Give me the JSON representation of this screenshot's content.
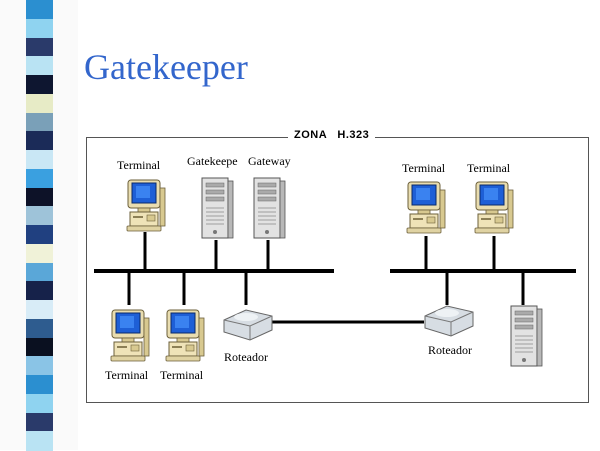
{
  "slide": {
    "title": "Gatekeeper"
  },
  "zone": {
    "label": "ZONA   H.323"
  },
  "nodes": {
    "left_terminal_top": "Terminal",
    "gatekeeper": "Gatekeepe",
    "gateway": "Gateway",
    "left_terminal_bottom_1": "Terminal",
    "left_terminal_bottom_2": "Terminal",
    "left_router": "Roteador",
    "right_terminal_top_1": "Terminal",
    "right_terminal_top_2": "Terminal",
    "right_router": "Roteador"
  },
  "icons": {
    "terminal": "terminal-computer-icon",
    "server": "tower-server-icon",
    "router": "router-icon"
  },
  "colors": {
    "title": "#3366cc",
    "screen": "#1e5fd6",
    "case": "#efe3b8",
    "line": "#000000"
  },
  "decor": {
    "strip_colors": [
      "#2b8fd0",
      "#8fd3f0",
      "#2a3a6a",
      "#b9e3f3",
      "#0e1630",
      "#e7ebc6",
      "#7aa0b8",
      "#1b2b58",
      "#c9e7f5",
      "#3aa0e0",
      "#0d1228",
      "#9ec3d9",
      "#204080",
      "#f0f2d8",
      "#5aa7d8",
      "#16224a",
      "#d8ecf7",
      "#2e5c8f",
      "#0a1020",
      "#8ac4e6"
    ]
  }
}
